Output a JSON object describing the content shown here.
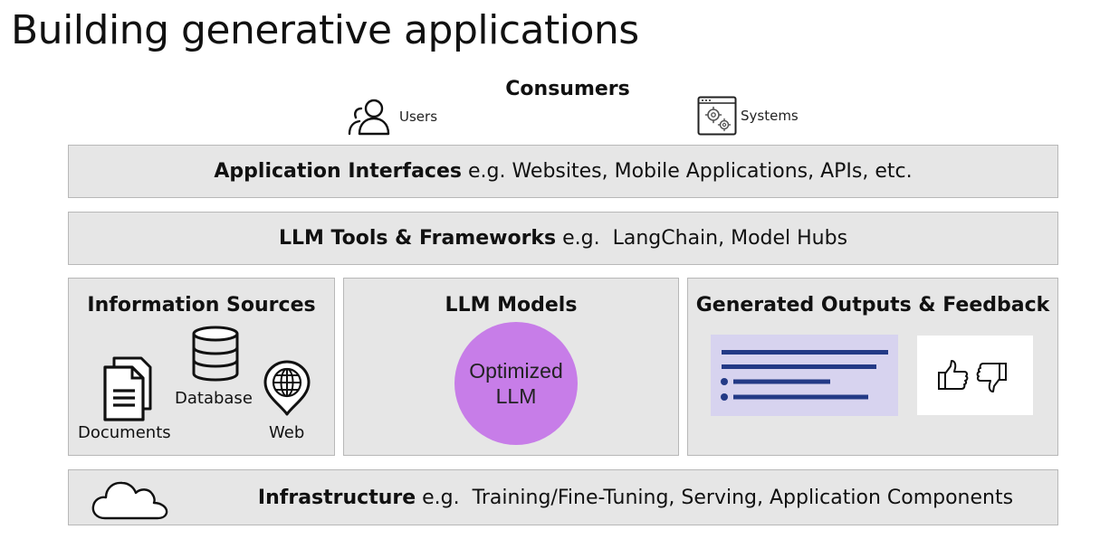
{
  "title": "Building generative applications",
  "consumers": {
    "label": "Consumers",
    "users_label": "Users",
    "systems_label": "Systems"
  },
  "application_interfaces": {
    "bold": "Application Interfaces",
    "detail": " e.g. Websites, Mobile Applications, APIs, etc."
  },
  "llm_tools": {
    "bold": "LLM Tools & Frameworks",
    "detail": " e.g.  LangChain, Model Hubs"
  },
  "information_sources": {
    "title": "Information Sources",
    "documents_label": "Documents",
    "database_label": "Database",
    "web_label": "Web"
  },
  "llm_models": {
    "title": "LLM Models",
    "circle_line1": "Optimized",
    "circle_line2": "LLM",
    "circle_color": "#c77de8"
  },
  "generated_outputs": {
    "title": "Generated Outputs & Feedback",
    "card_color": "#d7d3ef",
    "line_color": "#233a86"
  },
  "infrastructure": {
    "bold": "Infrastructure",
    "detail": " e.g.  Training/Fine-Tuning, Serving, Application Components"
  },
  "icons": {
    "users": "users-icon",
    "systems": "systems-gear-window-icon",
    "documents": "documents-icon",
    "database": "database-icon",
    "web": "web-globe-pin-icon",
    "thumbs_up": "thumbs-up-icon",
    "thumbs_down": "thumbs-down-icon",
    "cloud": "cloud-icon"
  }
}
